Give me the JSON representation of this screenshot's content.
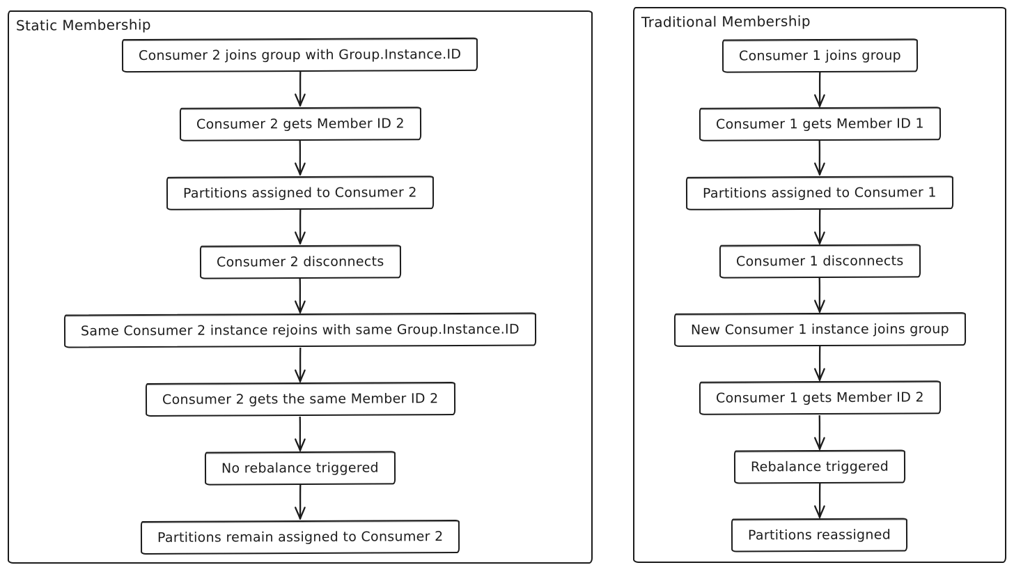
{
  "diagram": {
    "colors": {
      "stroke": "#1b1b1b",
      "background": "#ffffff"
    },
    "panels": [
      {
        "id": "static",
        "title": "Static Membership",
        "steps": [
          "Consumer 2 joins group with Group.Instance.ID",
          "Consumer 2 gets Member ID 2",
          "Partitions assigned to Consumer 2",
          "Consumer 2 disconnects",
          "Same Consumer 2 instance rejoins with same Group.Instance.ID",
          "Consumer 2 gets the same Member ID 2",
          "No rebalance triggered",
          "Partitions remain assigned to Consumer 2"
        ]
      },
      {
        "id": "traditional",
        "title": "Traditional Membership",
        "steps": [
          "Consumer 1 joins group",
          "Consumer 1 gets Member ID 1",
          "Partitions assigned to Consumer 1",
          "Consumer 1 disconnects",
          "New Consumer 1 instance joins group",
          "Consumer 1 gets Member ID 2",
          "Rebalance triggered",
          "Partitions reassigned"
        ]
      }
    ]
  }
}
